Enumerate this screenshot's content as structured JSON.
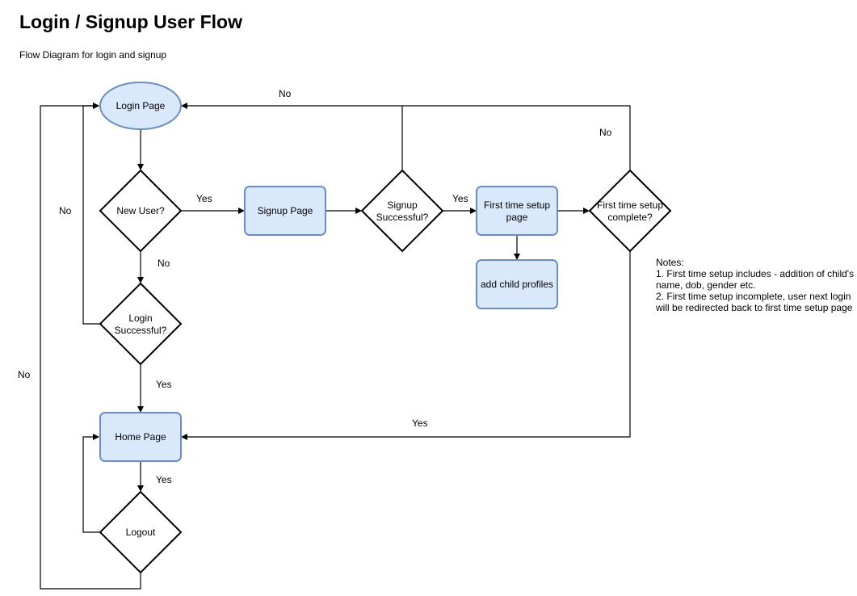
{
  "title": "Login / Signup User Flow",
  "subtitle": "Flow Diagram for login and signup",
  "colors": {
    "node_fill": "#dae8fc",
    "node_stroke": "#6c8ebf",
    "decision_stroke": "#000000",
    "edge": "#000000"
  },
  "nodes": {
    "login_page": {
      "shape": "ellipse",
      "lines": [
        "Login Page"
      ]
    },
    "new_user": {
      "shape": "diamond",
      "lines": [
        "New User?"
      ]
    },
    "signup_page": {
      "shape": "rounded-rect",
      "lines": [
        "Signup Page"
      ]
    },
    "signup_successful": {
      "shape": "diamond",
      "lines": [
        "Signup",
        "Successful?"
      ]
    },
    "first_time_setup_page": {
      "shape": "rounded-rect",
      "lines": [
        "First time setup",
        "page"
      ]
    },
    "add_child_profiles": {
      "shape": "rounded-rect",
      "lines": [
        "add child profiles"
      ]
    },
    "first_time_setup_complete": {
      "shape": "diamond",
      "lines": [
        "First time setup",
        "complete?"
      ]
    },
    "login_successful": {
      "shape": "diamond",
      "lines": [
        "Login",
        "Successful?"
      ]
    },
    "home_page": {
      "shape": "rounded-rect",
      "lines": [
        "Home Page"
      ]
    },
    "logout": {
      "shape": "diamond",
      "lines": [
        "Logout"
      ]
    }
  },
  "edges": [
    {
      "from": "login_page",
      "to": "new_user",
      "label": ""
    },
    {
      "from": "new_user",
      "to": "signup_page",
      "label": "Yes"
    },
    {
      "from": "signup_page",
      "to": "signup_successful",
      "label": ""
    },
    {
      "from": "signup_successful",
      "to": "first_time_setup_page",
      "label": "Yes"
    },
    {
      "from": "signup_successful",
      "to": "login_page",
      "label": "No"
    },
    {
      "from": "first_time_setup_page",
      "to": "add_child_profiles",
      "label": ""
    },
    {
      "from": "first_time_setup_page",
      "to": "first_time_setup_complete",
      "label": ""
    },
    {
      "from": "first_time_setup_complete",
      "to": "login_page",
      "label": "No"
    },
    {
      "from": "first_time_setup_complete",
      "to": "home_page",
      "label": "Yes"
    },
    {
      "from": "new_user",
      "to": "login_successful",
      "label": "No"
    },
    {
      "from": "login_successful",
      "to": "login_page",
      "label": "No"
    },
    {
      "from": "login_successful",
      "to": "home_page",
      "label": "Yes"
    },
    {
      "from": "home_page",
      "to": "logout",
      "label": "Yes"
    },
    {
      "from": "logout",
      "to": "home_page",
      "label": ""
    },
    {
      "from": "logout",
      "to": "login_page",
      "label": "No"
    }
  ],
  "notes": [
    "Notes:",
    "1. First time setup includes - addition of child's",
    "name, dob, gender etc.",
    "2. First time setup incomplete, user next login",
    "will be redirected back to first time setup page"
  ]
}
